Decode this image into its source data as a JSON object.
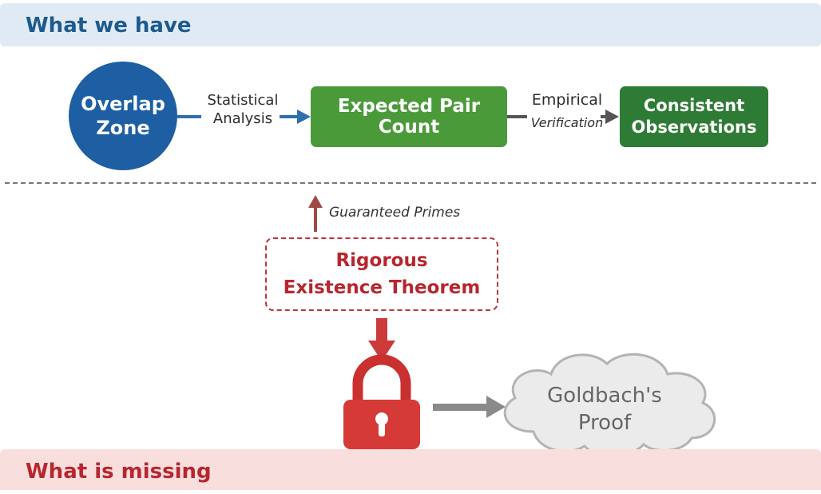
{
  "sections": {
    "top_title": "What we have",
    "bottom_title": "What is missing"
  },
  "nodes": {
    "overlap_zone": [
      "Overlap",
      "Zone"
    ],
    "expected_pair_count": "Expected Pair Count",
    "consistent_observations": [
      "Consistent",
      "Observations"
    ],
    "rigorous_theorem": [
      "Rigorous",
      "Existence Theorem"
    ],
    "goldbach_proof": [
      "Goldbach's",
      "Proof"
    ]
  },
  "edges": {
    "statistical_analysis": [
      "Statistical",
      "Analysis"
    ],
    "empirical": "Empirical",
    "verification": "Verification",
    "guaranteed_primes": "Guaranteed Primes"
  },
  "colors": {
    "blue": "#1e5ea3",
    "green_light": "#4b9a3a",
    "green_dark": "#2e7b35",
    "red": "#c0333a",
    "grey_arrow": "#888888"
  },
  "icons": {
    "lock": "lock-icon",
    "cloud": "cloud-icon"
  }
}
